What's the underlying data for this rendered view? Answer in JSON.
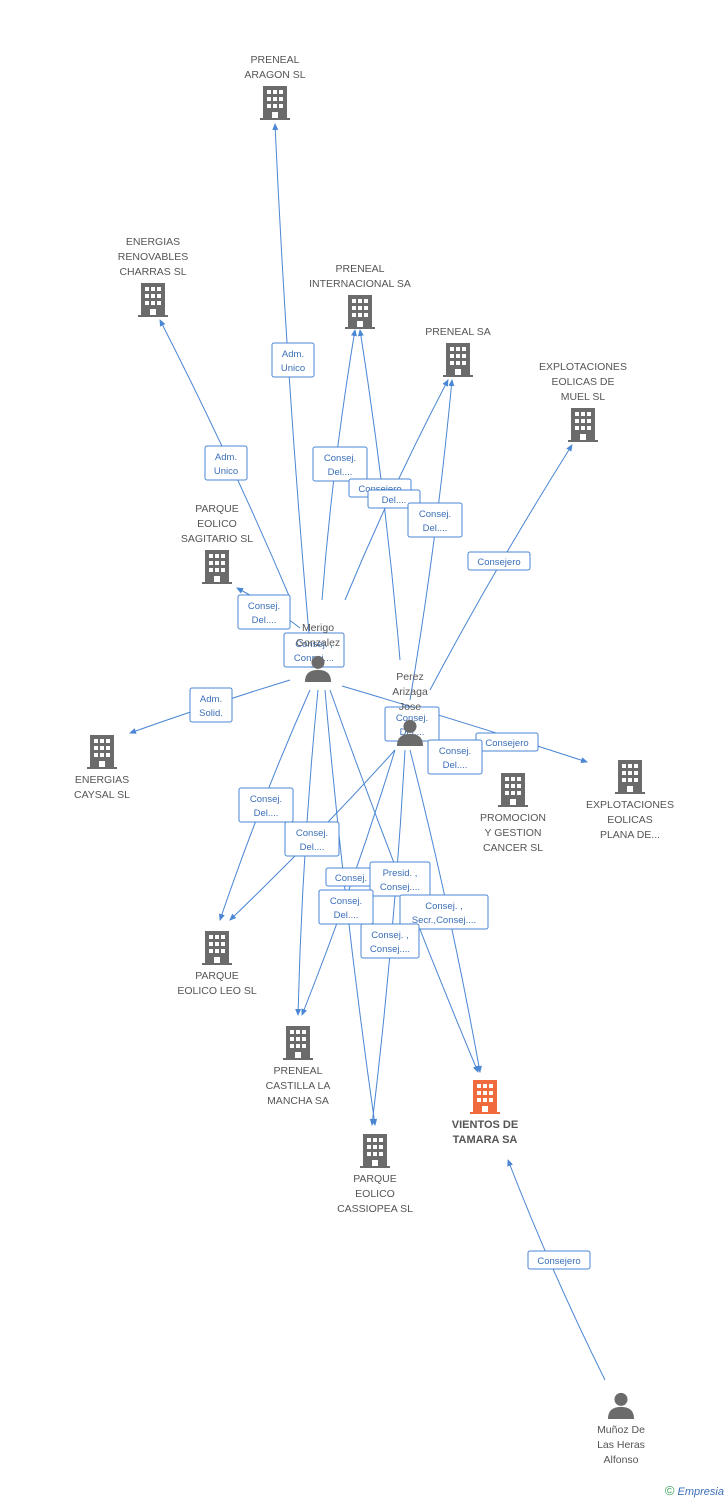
{
  "colors": {
    "edge": "#4a86d4",
    "company": "#6b6b6b",
    "highlight": "#f06a3d",
    "person": "#6b6b6b"
  },
  "nodes": [
    {
      "id": "preneal-aragon",
      "type": "company",
      "label": [
        "PRENEAL",
        "ARAGON SL"
      ]
    },
    {
      "id": "energias-renovables-charras",
      "type": "company",
      "label": [
        "ENERGIAS",
        "RENOVABLES",
        "CHARRAS SL"
      ]
    },
    {
      "id": "preneal-internacional",
      "type": "company",
      "label": [
        "PRENEAL",
        "INTERNACIONAL SA"
      ]
    },
    {
      "id": "preneal-sa",
      "type": "company",
      "label": [
        "PRENEAL SA"
      ]
    },
    {
      "id": "explotaciones-muel",
      "type": "company",
      "label": [
        "EXPLOTACIONES",
        "EOLICAS DE",
        "MUEL SL"
      ]
    },
    {
      "id": "parque-sagitario",
      "type": "company",
      "label": [
        "PARQUE",
        "EOLICO",
        "SAGITARIO SL"
      ]
    },
    {
      "id": "merigo",
      "type": "person",
      "label": [
        "Merigo",
        "Gonzalez"
      ]
    },
    {
      "id": "perez",
      "type": "person",
      "label": [
        "Perez",
        "Arizaga",
        "Jose"
      ]
    },
    {
      "id": "energias-caysal",
      "type": "company",
      "label": [
        "ENERGIAS",
        "CAYSAL SL"
      ]
    },
    {
      "id": "promocion-cancer",
      "type": "company",
      "label": [
        "PROMOCION",
        "Y GESTION",
        "CANCER SL"
      ]
    },
    {
      "id": "explotaciones-plana",
      "type": "company",
      "label": [
        "EXPLOTACIONES",
        "EOLICAS",
        "PLANA DE..."
      ]
    },
    {
      "id": "parque-leo",
      "type": "company",
      "label": [
        "PARQUE",
        "EOLICO LEO SL"
      ]
    },
    {
      "id": "preneal-castilla",
      "type": "company",
      "label": [
        "PRENEAL",
        "CASTILLA LA",
        "MANCHA SA"
      ]
    },
    {
      "id": "vientos-tamara",
      "type": "highlight",
      "label": [
        "VIENTOS DE",
        "TAMARA SA"
      ]
    },
    {
      "id": "parque-cassiopea",
      "type": "company",
      "label": [
        "PARQUE",
        "EOLICO",
        "CASSIOPEA SL"
      ]
    },
    {
      "id": "munoz",
      "type": "person",
      "label": [
        "Muñoz De",
        "Las Heras",
        "Alfonso"
      ]
    }
  ],
  "edge_labels": [
    [
      "Adm.",
      "Unico"
    ],
    [
      "Adm.",
      "Unico"
    ],
    [
      "Consej.",
      "Del...."
    ],
    [
      "Consejero"
    ],
    [
      "Del...."
    ],
    [
      "Consej.",
      "Del...."
    ],
    [
      "Consejero"
    ],
    [
      "Consej.",
      "Del...."
    ],
    [
      "Consej. ,",
      "Consej...."
    ],
    [
      "Adm.",
      "Solid."
    ],
    [
      "Consej.",
      "Del...."
    ],
    [
      "Consej.",
      "Del...."
    ],
    [
      "Consejero"
    ],
    [
      "Consej.",
      "Del...."
    ],
    [
      "Consej.",
      "Del...."
    ],
    [
      "Consej.",
      "Del...."
    ],
    [
      "Consej."
    ],
    [
      "Presid. ,",
      "Consej...."
    ],
    [
      "Consej.",
      "Del...."
    ],
    [
      "Consej. ,",
      "Secr.,Consej...."
    ],
    [
      "Consej. ,",
      "Consej...."
    ],
    [
      "Consejero"
    ]
  ],
  "footer": {
    "copyright": "©",
    "brand": "Empresia"
  }
}
